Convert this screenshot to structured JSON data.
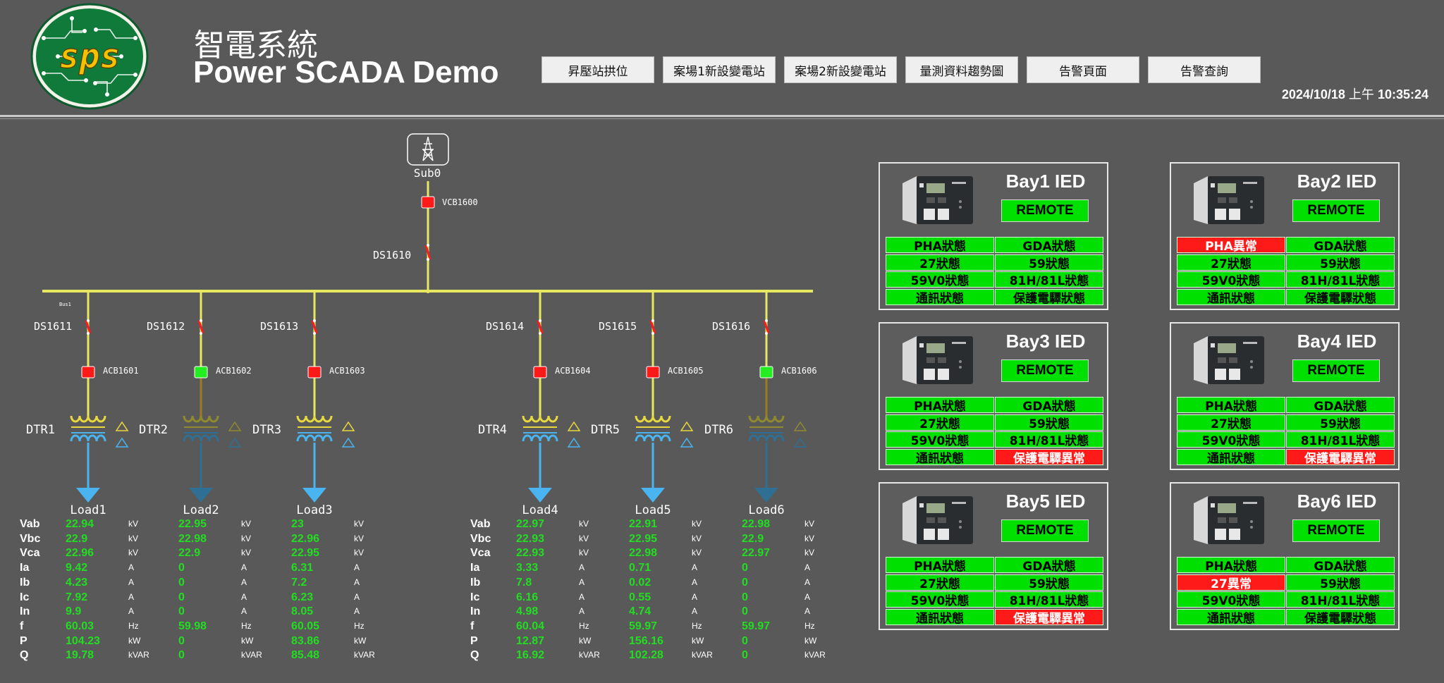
{
  "header": {
    "title_cn": "智電系統",
    "title_en": "Power SCADA Demo",
    "logo_text": "sps",
    "nav": [
      "昇壓站拱位",
      "案場1新設變電站",
      "案場2新設變電站",
      "量測資料趨勢圖",
      "告警頁面",
      "告警查詢"
    ],
    "clock_date": "2024/10/18",
    "clock_ampm": "上午",
    "clock_time": "10:35:24"
  },
  "colors": {
    "background": "#595959",
    "bus": "#e8e860",
    "breaker_closed": "#ff1a1a",
    "breaker_open": "#22ee22",
    "value_green": "#22dd22",
    "status_ok": "#00e000",
    "status_alarm": "#ff1a1a",
    "transformer_primary": "#e8d840",
    "transformer_secondary": "#4ab4f0"
  },
  "sld": {
    "substation": "Sub0",
    "substation_icon": "transmission-tower-icon",
    "main_breaker": "VCB1600",
    "main_disconnect": "DS1610",
    "bus": "Bus1",
    "feeders": [
      {
        "ds": "DS1611",
        "acb": "ACB1601",
        "acb_state": "closed",
        "dtr": "DTR1",
        "load": "Load1",
        "energized": true
      },
      {
        "ds": "DS1612",
        "acb": "ACB1602",
        "acb_state": "open",
        "dtr": "DTR2",
        "load": "Load2",
        "energized": false
      },
      {
        "ds": "DS1613",
        "acb": "ACB1603",
        "acb_state": "closed",
        "dtr": "DTR3",
        "load": "Load3",
        "energized": true
      },
      {
        "ds": "DS1614",
        "acb": "ACB1604",
        "acb_state": "closed",
        "dtr": "DTR4",
        "load": "Load4",
        "energized": true
      },
      {
        "ds": "DS1615",
        "acb": "ACB1605",
        "acb_state": "closed",
        "dtr": "DTR5",
        "load": "Load5",
        "energized": true
      },
      {
        "ds": "DS1616",
        "acb": "ACB1606",
        "acb_state": "open",
        "dtr": "DTR6",
        "load": "Load6",
        "energized": false
      }
    ]
  },
  "measurements": {
    "labels": [
      "Vab",
      "Vbc",
      "Vca",
      "Ia",
      "Ib",
      "Ic",
      "In",
      "f",
      "P",
      "Q"
    ],
    "units": [
      "kV",
      "kV",
      "kV",
      "A",
      "A",
      "A",
      "A",
      "Hz",
      "kW",
      "kVAR"
    ],
    "loads": [
      {
        "name": "Load1",
        "values": [
          "22.94",
          "22.9",
          "22.96",
          "9.42",
          "4.23",
          "7.92",
          "9.9",
          "60.03",
          "104.23",
          "19.78"
        ]
      },
      {
        "name": "Load2",
        "values": [
          "22.95",
          "22.98",
          "22.9",
          "0",
          "0",
          "0",
          "0",
          "59.98",
          "0",
          "0"
        ]
      },
      {
        "name": "Load3",
        "values": [
          "23",
          "22.96",
          "22.95",
          "6.31",
          "7.2",
          "6.23",
          "8.05",
          "60.05",
          "83.86",
          "85.48"
        ]
      },
      {
        "name": "Load4",
        "values": [
          "22.97",
          "22.93",
          "22.93",
          "3.33",
          "7.8",
          "6.16",
          "4.98",
          "60.04",
          "12.87",
          "16.92"
        ]
      },
      {
        "name": "Load5",
        "values": [
          "22.91",
          "22.95",
          "22.98",
          "0.71",
          "0.02",
          "0.55",
          "4.74",
          "59.97",
          "156.16",
          "102.28"
        ]
      },
      {
        "name": "Load6",
        "values": [
          "22.98",
          "22.9",
          "22.97",
          "0",
          "0",
          "0",
          "0",
          "59.97",
          "0",
          "0"
        ]
      }
    ]
  },
  "ieds": [
    {
      "title": "Bay1 IED",
      "mode": "REMOTE",
      "cells": [
        {
          "text": "PHA狀態",
          "status": "ok"
        },
        {
          "text": "GDA狀態",
          "status": "ok"
        },
        {
          "text": "27狀態",
          "status": "ok"
        },
        {
          "text": "59狀態",
          "status": "ok"
        },
        {
          "text": "59V0狀態",
          "status": "ok"
        },
        {
          "text": "81H/81L狀態",
          "status": "ok"
        },
        {
          "text": "通訊狀態",
          "status": "ok"
        },
        {
          "text": "保護電驛狀態",
          "status": "ok"
        }
      ]
    },
    {
      "title": "Bay2 IED",
      "mode": "REMOTE",
      "cells": [
        {
          "text": "PHA異常",
          "status": "alarm"
        },
        {
          "text": "GDA狀態",
          "status": "ok"
        },
        {
          "text": "27狀態",
          "status": "ok"
        },
        {
          "text": "59狀態",
          "status": "ok"
        },
        {
          "text": "59V0狀態",
          "status": "ok"
        },
        {
          "text": "81H/81L狀態",
          "status": "ok"
        },
        {
          "text": "通訊狀態",
          "status": "ok"
        },
        {
          "text": "保護電驛狀態",
          "status": "ok"
        }
      ]
    },
    {
      "title": "Bay3 IED",
      "mode": "REMOTE",
      "cells": [
        {
          "text": "PHA狀態",
          "status": "ok"
        },
        {
          "text": "GDA狀態",
          "status": "ok"
        },
        {
          "text": "27狀態",
          "status": "ok"
        },
        {
          "text": "59狀態",
          "status": "ok"
        },
        {
          "text": "59V0狀態",
          "status": "ok"
        },
        {
          "text": "81H/81L狀態",
          "status": "ok"
        },
        {
          "text": "通訊狀態",
          "status": "ok"
        },
        {
          "text": "保護電驛異常",
          "status": "alarm"
        }
      ]
    },
    {
      "title": "Bay4 IED",
      "mode": "REMOTE",
      "cells": [
        {
          "text": "PHA狀態",
          "status": "ok"
        },
        {
          "text": "GDA狀態",
          "status": "ok"
        },
        {
          "text": "27狀態",
          "status": "ok"
        },
        {
          "text": "59狀態",
          "status": "ok"
        },
        {
          "text": "59V0狀態",
          "status": "ok"
        },
        {
          "text": "81H/81L狀態",
          "status": "ok"
        },
        {
          "text": "通訊狀態",
          "status": "ok"
        },
        {
          "text": "保護電驛異常",
          "status": "alarm"
        }
      ]
    },
    {
      "title": "Bay5 IED",
      "mode": "REMOTE",
      "cells": [
        {
          "text": "PHA狀態",
          "status": "ok"
        },
        {
          "text": "GDA狀態",
          "status": "ok"
        },
        {
          "text": "27狀態",
          "status": "ok"
        },
        {
          "text": "59狀態",
          "status": "ok"
        },
        {
          "text": "59V0狀態",
          "status": "ok"
        },
        {
          "text": "81H/81L狀態",
          "status": "ok"
        },
        {
          "text": "通訊狀態",
          "status": "ok"
        },
        {
          "text": "保護電驛異常",
          "status": "alarm"
        }
      ]
    },
    {
      "title": "Bay6 IED",
      "mode": "REMOTE",
      "cells": [
        {
          "text": "PHA狀態",
          "status": "ok"
        },
        {
          "text": "GDA狀態",
          "status": "ok"
        },
        {
          "text": "27異常",
          "status": "alarm"
        },
        {
          "text": "59狀態",
          "status": "ok"
        },
        {
          "text": "59V0狀態",
          "status": "ok"
        },
        {
          "text": "81H/81L狀態",
          "status": "ok"
        },
        {
          "text": "通訊狀態",
          "status": "ok"
        },
        {
          "text": "保護電驛狀態",
          "status": "ok"
        }
      ]
    }
  ]
}
